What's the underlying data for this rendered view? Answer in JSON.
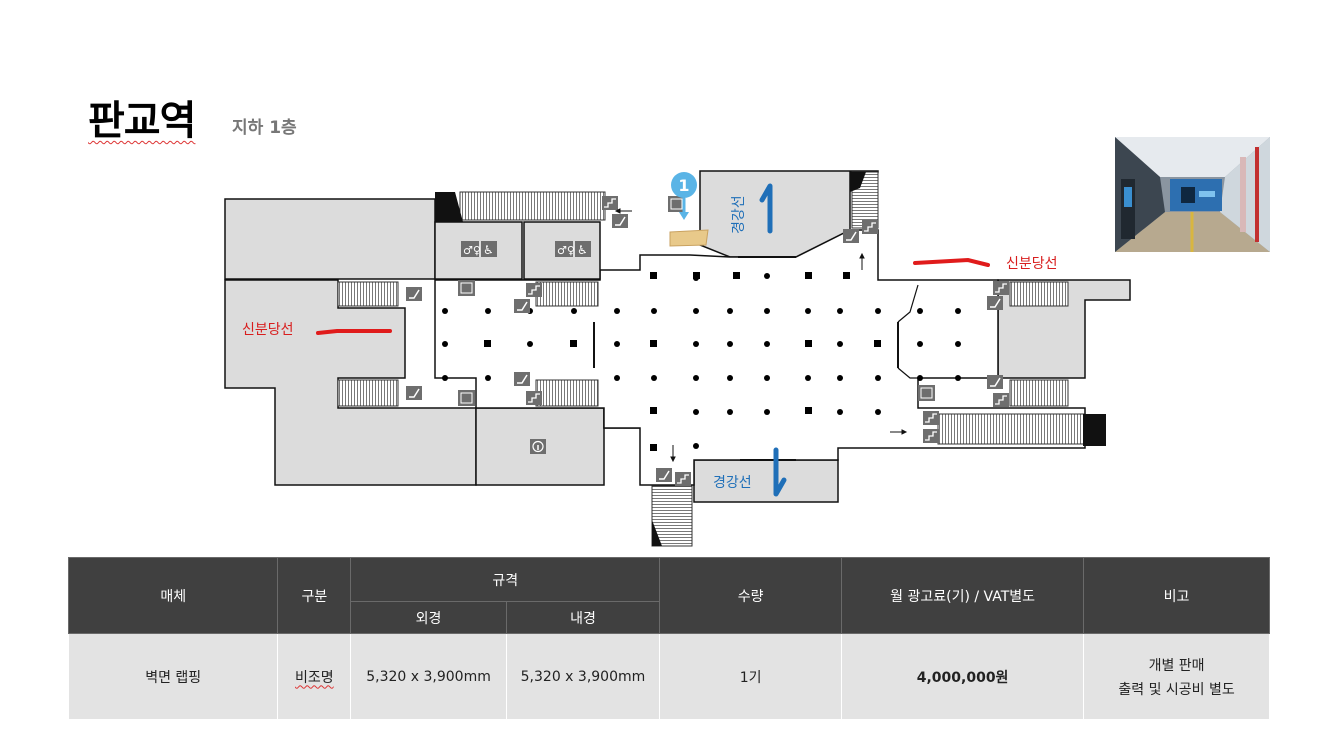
{
  "header": {
    "title": "판교역",
    "subtitle": "지하 1층"
  },
  "map": {
    "labels": {
      "shinbundang": "신분당선",
      "gyeonggang": "경강선"
    },
    "marker": "1",
    "colors": {
      "shinbundang": "#e01b1b",
      "gyeonggang": "#1f6fb8",
      "marker": "#5ab4e6"
    },
    "icons": [
      "escalator-icon",
      "elevator-icon",
      "restroom-icon",
      "wheelchair-icon",
      "info-icon",
      "stairs-icon"
    ]
  },
  "table": {
    "headers": {
      "media": "매체",
      "category": "구분",
      "spec": "규격",
      "outer": "외경",
      "inner": "내경",
      "quantity": "수량",
      "fee": "월 광고료(기) / VAT별도",
      "note": "비고"
    },
    "row": {
      "media": "벽면 랩핑",
      "category": "비조명",
      "outer": "5,320 x 3,900mm",
      "inner": "5,320 x 3,900mm",
      "quantity": "1기",
      "fee": "4,000,000원",
      "note_line1": "개별 판매",
      "note_line2": "출력 및 시공비 별도"
    }
  }
}
